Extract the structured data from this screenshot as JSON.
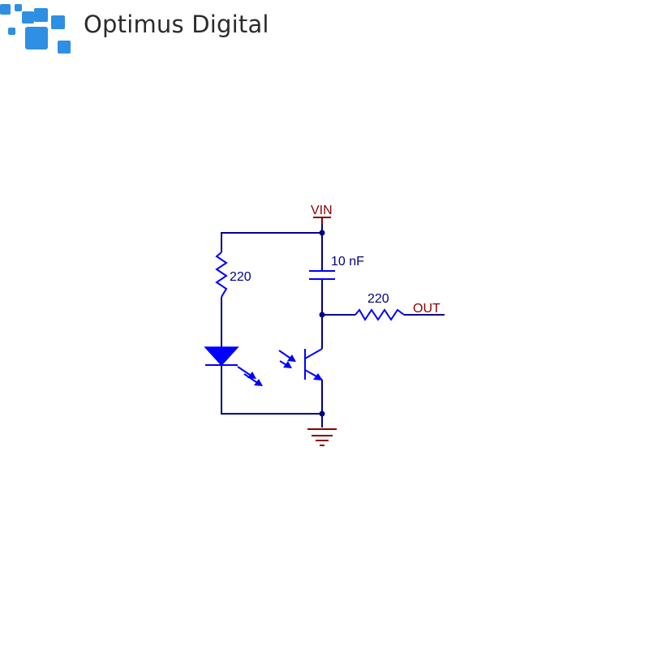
{
  "brand": {
    "name": "Optimus Digital",
    "colors": {
      "logo_blue": "#2f8fe3",
      "text": "#2b2b2b"
    }
  },
  "schematic": {
    "colors": {
      "wire": "#00008b",
      "component": "#0000ff",
      "net_label": "#8b0000",
      "junction": "#00007a"
    },
    "net_labels": {
      "supply": "VIN",
      "output": "OUT"
    },
    "components": {
      "led_resistor": "220",
      "capacitor": "10 nF",
      "output_resistor": "220"
    },
    "symbols": [
      "resistor",
      "infrared-led",
      "phototransistor",
      "capacitor",
      "resistor",
      "ground",
      "supply"
    ]
  }
}
